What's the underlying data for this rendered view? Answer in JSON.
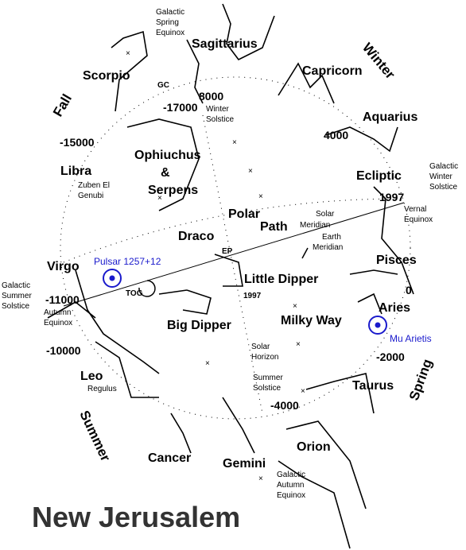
{
  "labels": {
    "fall": "Fall",
    "winter": "Winter",
    "summer": "Summer",
    "spring": "Spring",
    "sagittarius": "Sagittarius",
    "scorpio": "Scorpio",
    "capricorn": "Capricorn",
    "aquarius": "Aquarius",
    "ophiuchus": "Ophiuchus",
    "ampersand": "&",
    "serpens": "Serpens",
    "ecliptic": "Ecliptic",
    "libra": "Libra",
    "polar": "Polar",
    "path": "Path",
    "draco": "Draco",
    "pisces": "Pisces",
    "virgo": "Virgo",
    "little_dipper": "Little Dipper",
    "aries": "Aries",
    "big_dipper": "Big Dipper",
    "milky_way": "Milky Way",
    "leo": "Leo",
    "taurus": "Taurus",
    "cancer": "Cancer",
    "gemini": "Gemini",
    "orion": "Orion",
    "y8000": "8000",
    "ym17000": "-17000",
    "y4000": "4000",
    "ym15000": "-15000",
    "y1997": "1997",
    "ym11000": "-11000",
    "ym10000": "-10000",
    "ym2000": "-2000",
    "ym4000": "-4000",
    "y0": "0",
    "gal_spring_1": "Galactic",
    "gal_spring_2": "Spring",
    "gal_spring_3": "Equinox",
    "gc": "GC",
    "winter_solstice_1": "Winter",
    "winter_solstice_2": "Solstice",
    "gal_winter_1": "Galactic",
    "gal_winter_2": "Winter",
    "gal_winter_3": "Solstice",
    "zuben_1": "Zuben El",
    "zuben_2": "Genubi",
    "vernal_1": "Vernal",
    "vernal_2": "Equinox",
    "solar_meridian_1": "Solar",
    "solar_meridian_2": "Meridian",
    "earth_meridian_1": "Earth",
    "earth_meridian_2": "Meridian",
    "ep": "EP",
    "y1997_small": "1997",
    "tog": "TOG",
    "gal_summer_1": "Galactic",
    "gal_summer_2": "Summer",
    "gal_summer_3": "Solstice",
    "autumn_eq_1": "Autumn",
    "autumn_eq_2": "Equinox",
    "solar_horizon_1": "Solar",
    "solar_horizon_2": "Horizon",
    "summer_solstice_1": "Summer",
    "summer_solstice_2": "Solstice",
    "regulus": "Regulus",
    "gal_autumn_1": "Galactic",
    "gal_autumn_2": "Autumn",
    "gal_autumn_3": "Equinox",
    "pulsar": "Pulsar 1257+12",
    "mu_arietis": "Mu Arietis",
    "title": "New Jerusalem"
  },
  "colors": {
    "marker_blue": "#1a1acc",
    "title_gray": "#333333"
  }
}
